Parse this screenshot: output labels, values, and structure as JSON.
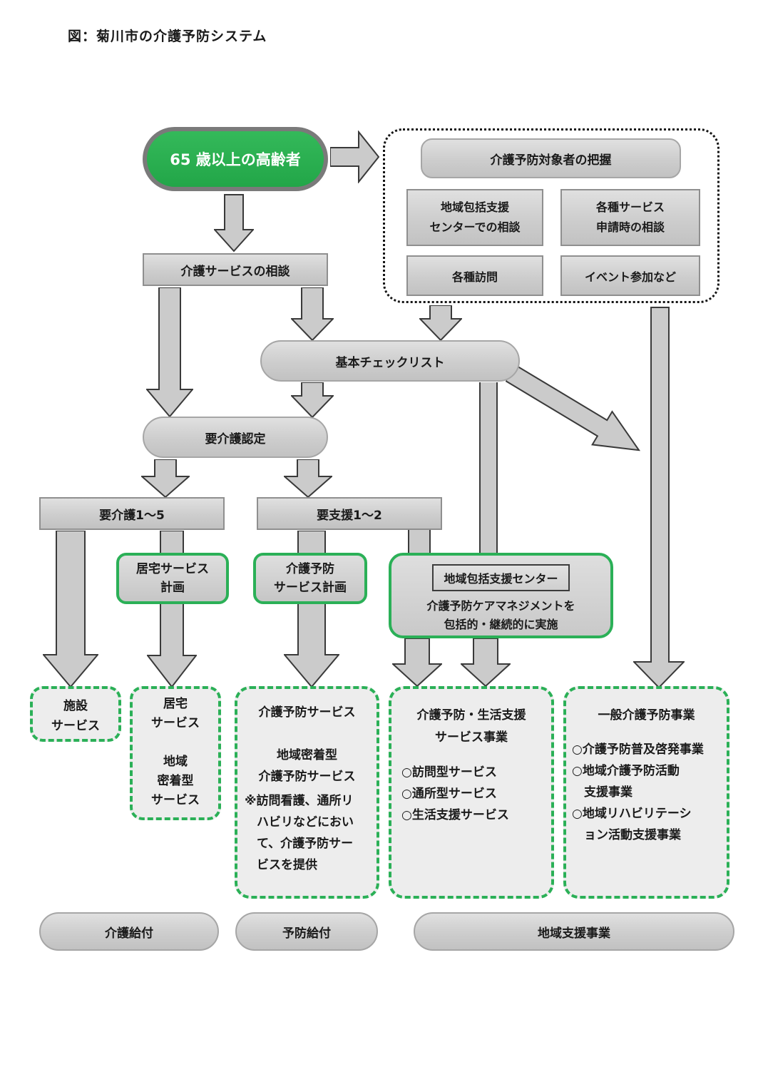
{
  "title": "図：菊川市の介護予防システム",
  "colors": {
    "accent_green": "#29b04e",
    "green_border": "#2bb057",
    "box_gray_light": "#dedede",
    "box_gray_dark": "#c2c2c2",
    "arrow_gray": "#cbcbcb"
  },
  "flow": {
    "senior": "65 歳以上の高齢者",
    "consult": "介護サービスの相談",
    "checklist": "基本チェックリスト",
    "certification": "要介護認定",
    "care_level": "要介護1～5",
    "support_level": "要支援1～2"
  },
  "grasp": {
    "header": "介護予防対象者の把握",
    "items": [
      "地域包括支援\nセンターでの相談",
      "各種サービス\n申請時の相談",
      "各種訪問",
      "イベント参加など"
    ]
  },
  "plans": {
    "home_service_plan": "居宅サービス\n計画",
    "prevention_service_plan": "介護予防\nサービス計画"
  },
  "center": {
    "title": "地域包括支援センター",
    "desc": "介護予防ケアマネジメントを\n包括的・継続的に実施"
  },
  "services": {
    "facility": "施設\nサービス",
    "home": "居宅\nサービス\n\n地域\n密着型\nサービス",
    "prevention_main": "介護予防サービス\n\n地域密着型\n介護予防サービス",
    "prevention_note": "※訪問看護、通所リ\n　ハビリなどにおい\n　て、介護予防サー\n　ビスを提供",
    "life_support_title": "介護予防・生活支援\nサービス事業",
    "life_support_items": "○訪問型サービス\n○通所型サービス\n○生活支援サービス",
    "general_title": "一般介護予防事業",
    "general_items": "○介護予防普及啓発事業\n○地域介護予防活動\n　支援事業\n○地域リハビリテーシ\n　ョン活動支援事業"
  },
  "footer": {
    "care_benefit": "介護給付",
    "prevention_benefit": "予防給付",
    "community_support": "地域支援事業"
  }
}
